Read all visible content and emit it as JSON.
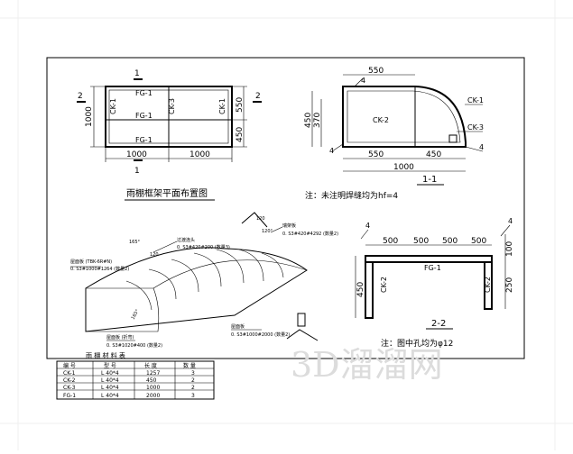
{
  "plan": {
    "title": "雨棚框架平面布置图",
    "section_mark_top": "1",
    "section_mark_bottom": "1",
    "section_mark_left": "2",
    "section_mark_right": "2",
    "fg_labels": [
      "FG-1",
      "FG-1",
      "FG-1"
    ],
    "ck_left": "CK-1",
    "ck_mid": "CK-3",
    "ck_right": "CK-1",
    "dim_left": "1000",
    "dim_right_top": "550",
    "dim_right_bottom": "450",
    "dim_bottom_left": "1000",
    "dim_bottom_right": "1000"
  },
  "section1": {
    "title": "1-1",
    "note": "注：未注明焊缝均为hf=4",
    "dim_top": "550",
    "dim_left_1": "450",
    "dim_left_2": "370",
    "dim_bottom_1": "550",
    "dim_bottom_2": "450",
    "dim_bottom_total": "1000",
    "ck_top": "CK-1",
    "ck_mid": "CK-2",
    "ck_end": "CK-3",
    "weld_1": "4",
    "weld_2": "4",
    "weld_3": "4"
  },
  "section2": {
    "title": "2-2",
    "note": "注：图中孔均为φ12",
    "dims_top": [
      "500",
      "500",
      "500",
      "500"
    ],
    "dim_left": "450",
    "dim_right_1": "100",
    "dim_right_2": "250",
    "ck_left": "CK-2",
    "ck_right": "CK-2",
    "fg": "FG-1",
    "weld_1": "4",
    "weld_2": "4"
  },
  "iso": {
    "label_top_num": "120",
    "label_120deg": "120°",
    "label_165deg": "165°",
    "label_165deg_2": "165°",
    "label_120_b": "120",
    "label_a1": "瑞架板",
    "label_a2": "0. S3#420#4292 (数量2)",
    "label_b1": "过渡连头",
    "label_b2": "0. S3#420#200 (数量3)",
    "label_c1": "屋面板 (TBK-6R#N)",
    "label_c2": "0. S3#1000#1264 (数量2)",
    "label_d1": "屋面板 (折弯)",
    "label_d2": "0. S3#1020#400 (数量2)",
    "label_e1": "屋面板",
    "label_e2": "0. S3#1000#2000 (数量2)"
  },
  "materials": {
    "caption": "雨 棚 材 料 表",
    "headers": [
      "编 号",
      "型 号",
      "长 度",
      "数 量"
    ],
    "rows": [
      [
        "CK-1",
        "L 40*4",
        "1257",
        "3"
      ],
      [
        "CK-2",
        "L 40*4",
        "450",
        "2"
      ],
      [
        "CK-3",
        "L 40*4",
        "1000",
        "2"
      ],
      [
        "FG-1",
        "L 40*4",
        "2000",
        "3"
      ]
    ]
  },
  "watermark": "3D溜溜网"
}
